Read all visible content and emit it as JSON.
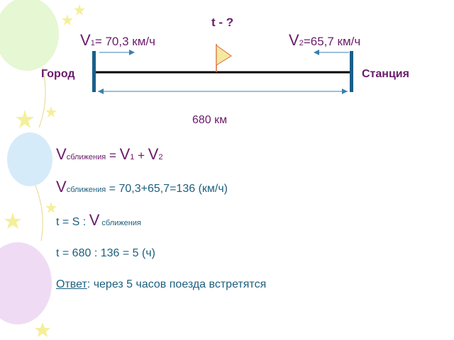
{
  "question": "t - ?",
  "v1": {
    "letter": "V",
    "sub": "1",
    "value": "= 70,3 км/ч"
  },
  "v2": {
    "letter": "V",
    "sub": "2",
    "value": "=65,7 км/ч"
  },
  "city_label": "Город",
  "station_label": "Станция",
  "distance_label": "680 км",
  "formulas": {
    "line1": {
      "v": "V",
      "sub": "сближения",
      "rest_a": " = ",
      "v1": "V",
      "s1": "1",
      "plus": " + ",
      "v2": "V",
      "s2": "2"
    },
    "line2": {
      "v": "V",
      "sub": "сближения",
      "rest": " = 70,3+65,7=136 (км/ч)"
    },
    "line3": {
      "lead": "t = S : ",
      "v": "V",
      "sub": " сближения"
    },
    "line4": "t = 680 : 136 = 5 (ч)",
    "answer_label": "Ответ",
    "answer_text": ": через 5 часов поезда встретятся"
  },
  "colors": {
    "purple": "#6a1b6a",
    "teal": "#1d5f7e",
    "track": "#000000",
    "post": "#1a5f8a",
    "flag": "#f4e9a0"
  }
}
